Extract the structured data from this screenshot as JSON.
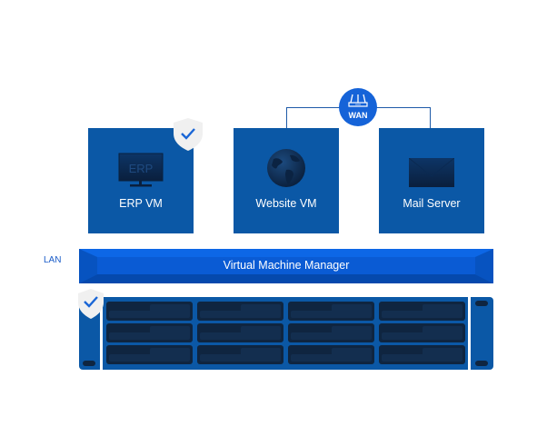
{
  "network": {
    "wan_label": "WAN",
    "lan_label": "LAN"
  },
  "vms": [
    {
      "label": "ERP VM",
      "icon": "monitor-icon",
      "screen_text": "ERP",
      "protected": true
    },
    {
      "label": "Website VM",
      "icon": "globe-icon",
      "protected": false
    },
    {
      "label": "Mail Server",
      "icon": "envelope-icon",
      "protected": false
    }
  ],
  "manager": {
    "label": "Virtual Machine Manager"
  },
  "storage": {
    "protected": true,
    "bay_rows": 3,
    "bay_columns": 4
  },
  "colors": {
    "vm_box": "#0b58a6",
    "manager_bar": "#0a5bd4",
    "wan_badge": "#1563d8",
    "shield": "#f0f0f0",
    "check": "#1a66d6",
    "bay": "#0f2540"
  }
}
